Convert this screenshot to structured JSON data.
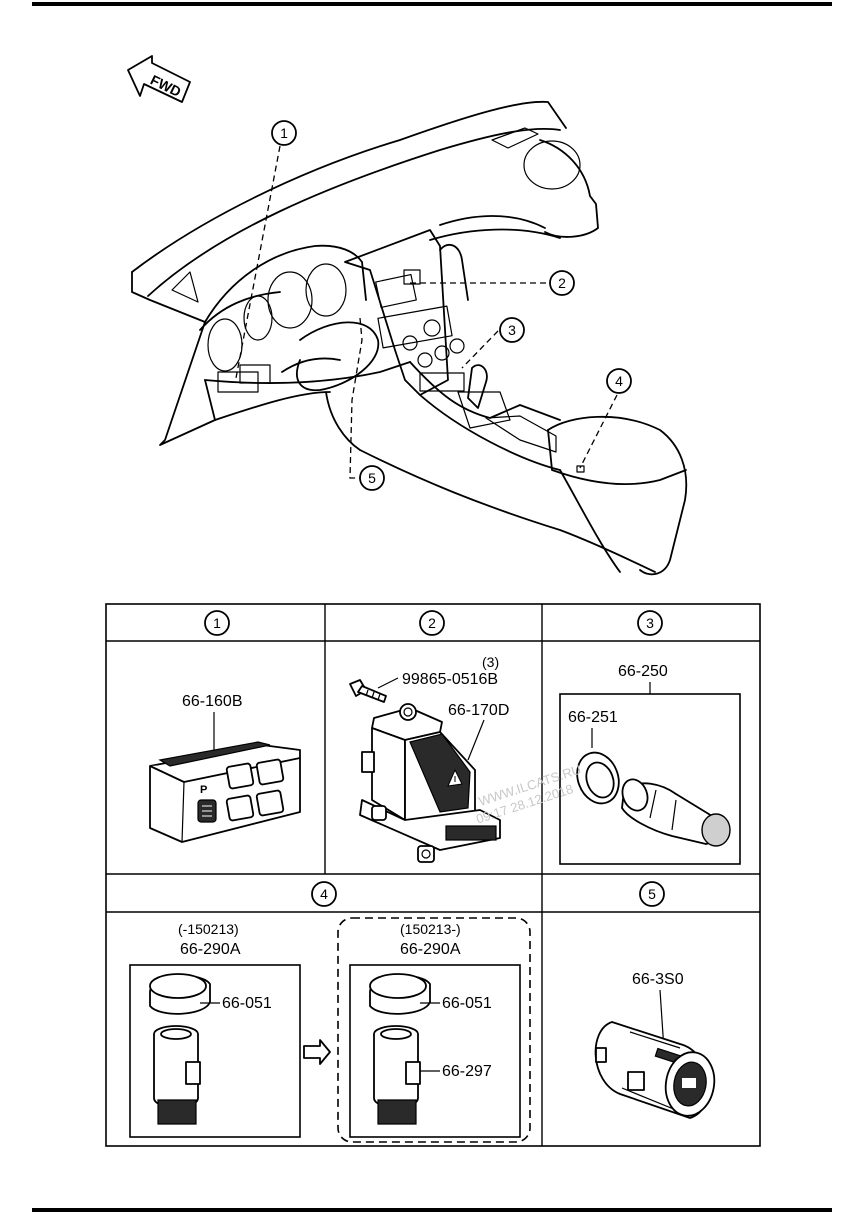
{
  "orientation": {
    "arrow_label": "FWD"
  },
  "callouts": [
    "1",
    "2",
    "3",
    "4",
    "5"
  ],
  "table": {
    "row1_headers": [
      "1",
      "2",
      "3"
    ],
    "row2_headers": [
      "4",
      "5"
    ],
    "cell1": {
      "part": "66-160B",
      "switch_letter": "P"
    },
    "cell2": {
      "bolt_part": "99865-0516B",
      "bolt_qty": "(3)",
      "part": "66-170D"
    },
    "cell3": {
      "outer_part": "66-250",
      "inner_part": "66-251"
    },
    "cell4": {
      "left": {
        "range": "(-150213)",
        "part": "66-290A",
        "cap": "66-051"
      },
      "right": {
        "range": "(150213-)",
        "part": "66-290A",
        "cap": "66-051",
        "body": "66-297"
      }
    },
    "cell5": {
      "part": "66-3S0"
    }
  },
  "watermark": {
    "line1": "WWW.ILCATS.RU",
    "line2": "09:17 28.12.2018"
  }
}
